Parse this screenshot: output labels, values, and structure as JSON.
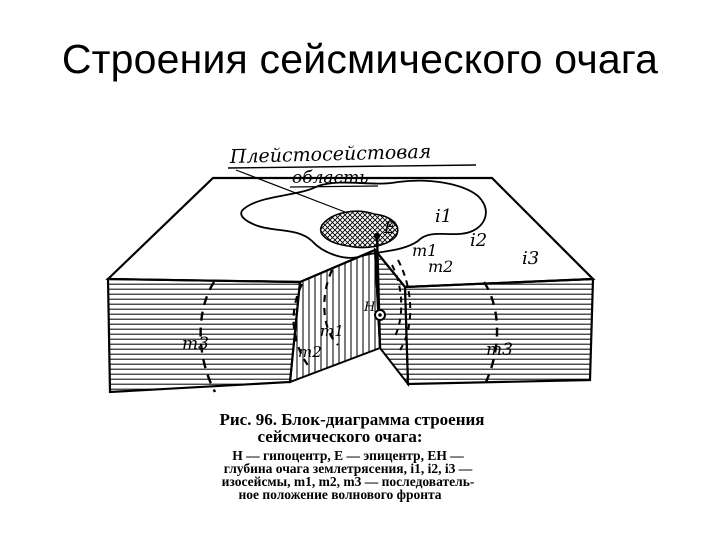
{
  "slide": {
    "title": "Строения сейсмического очага"
  },
  "diagram": {
    "top_label_line1": "Плейстосейстовая",
    "top_label_line2": "область",
    "labels": {
      "E": "E",
      "H": "H",
      "i1": "i1",
      "i2": "i2",
      "i3": "i3",
      "m1": "m1",
      "m2": "m2",
      "m3_left": "m3",
      "m1_front": "m1",
      "m2_front": "m2",
      "m3_right": "m3"
    }
  },
  "caption": {
    "line1": "Рис. 96. Блок-диаграмма строения",
    "line2": "сейсмического очага:",
    "line3": "H — гипоцентр, E — эпицентр, EH —",
    "line4": "глубина очага землетрясения, i1, i2, i3 —",
    "line5": "изосейсмы, m1, m2, m3 — последователь-",
    "line6": "ное положение волнового фронта"
  }
}
